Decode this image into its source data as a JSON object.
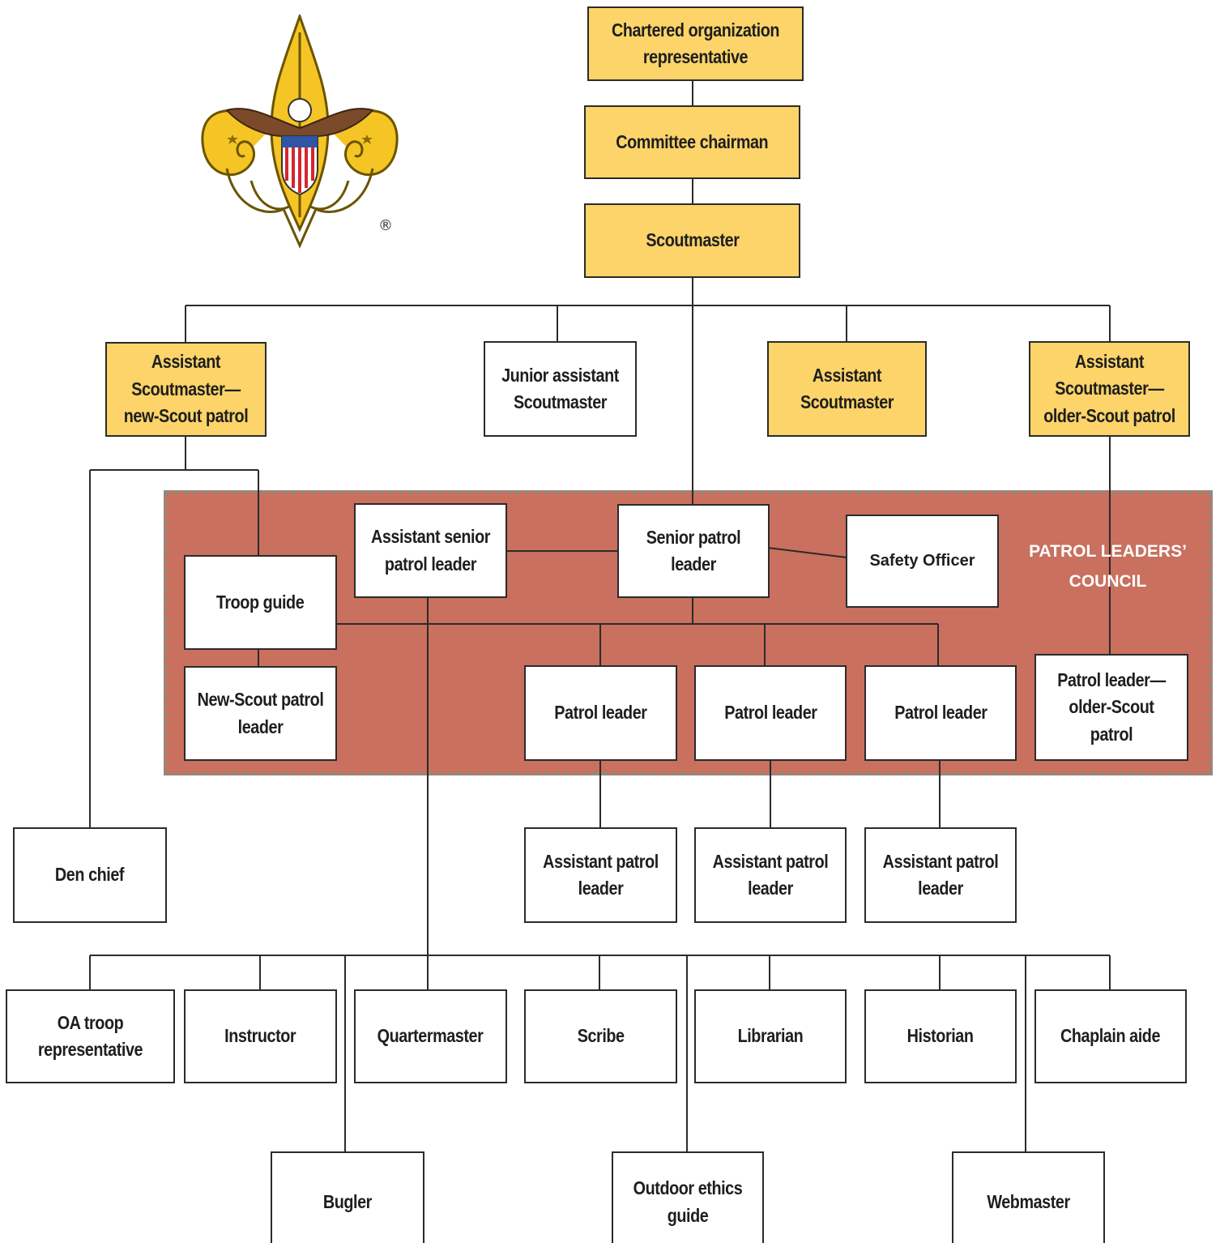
{
  "diagram": {
    "council_label_line1": "PATROL LEADERS’",
    "council_label_line2": "COUNCIL",
    "registered_mark": "®",
    "colors": {
      "adult_box": "#fcd469",
      "council_area": "#c9705e",
      "youth_box": "#ffffff",
      "connector": "#2b2b2b"
    },
    "nodes": {
      "chartered_org_rep": "Chartered organization representative",
      "committee_chairman": "Committee chairman",
      "scoutmaster": "Scoutmaster",
      "asm_new_scout": "Assistant Scoutmaster— new-Scout patrol",
      "junior_asm": "Junior assistant Scoutmaster",
      "asm": "Assistant Scoutmaster",
      "asm_older_scout": "Assistant Scoutmaster— older-Scout patrol",
      "aspl": "Assistant senior patrol leader",
      "spl": "Senior patrol leader",
      "safety_officer": "Safety Officer",
      "troop_guide": "Troop guide",
      "new_scout_pl": "New-Scout patrol leader",
      "patrol_leader_1": "Patrol leader",
      "patrol_leader_2": "Patrol leader",
      "patrol_leader_3": "Patrol leader",
      "pl_older_scout": "Patrol leader— older-Scout patrol",
      "den_chief": "Den chief",
      "apl_1": "Assistant patrol leader",
      "apl_2": "Assistant patrol leader",
      "apl_3": "Assistant patrol leader",
      "oa_troop_rep": "OA troop representative",
      "instructor": "Instructor",
      "quartermaster": "Quartermaster",
      "scribe": "Scribe",
      "librarian": "Librarian",
      "historian": "Historian",
      "chaplain_aide": "Chaplain aide",
      "bugler": "Bugler",
      "outdoor_ethics_guide": "Outdoor ethics guide",
      "webmaster": "Webmaster"
    }
  }
}
